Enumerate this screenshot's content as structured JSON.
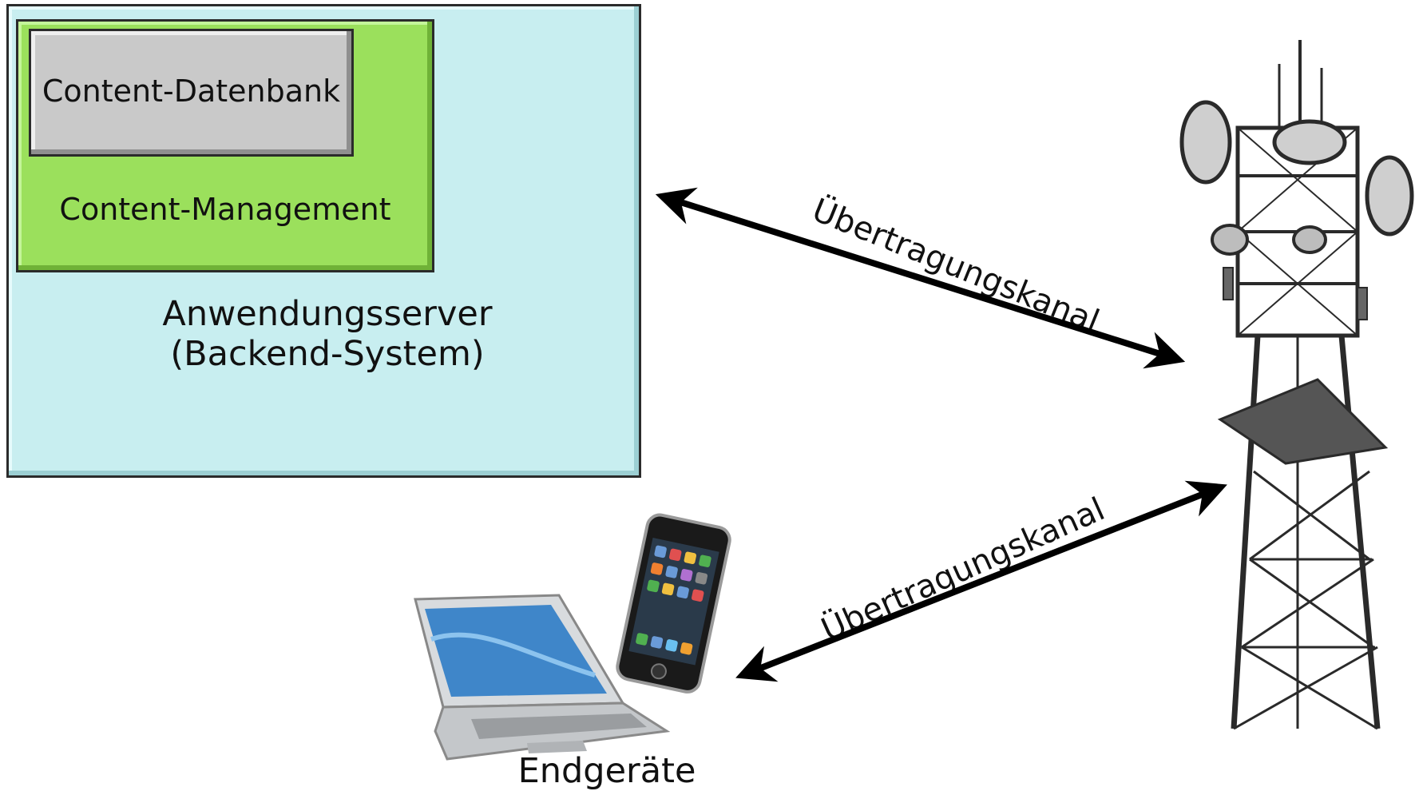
{
  "diagram": {
    "content_db_label": "Content-Datenbank",
    "content_mgmt_label": "Content-Management",
    "server_label_line1": "Anwendungsserver",
    "server_label_line2": "(Backend-System)",
    "channel_top_label": "Übertragungskanal",
    "channel_bottom_label": "Übertragungskanal",
    "devices_label": "Endgeräte"
  },
  "icons": {
    "tower": "radio-tower-icon",
    "laptop": "laptop-icon",
    "phone": "smartphone-icon"
  },
  "colors": {
    "server_fill": "#c8eef0",
    "cms_fill": "#9be05c",
    "db_fill": "#c9c9c9"
  }
}
